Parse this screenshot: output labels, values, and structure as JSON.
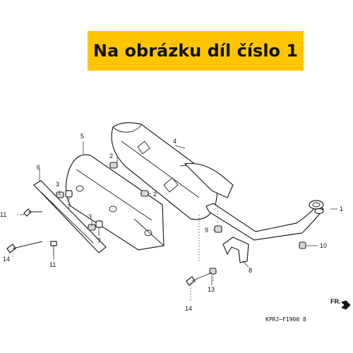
{
  "banner": {
    "text": "Na obrázku díl číslo 1",
    "background": "#ffc600",
    "color": "#111111"
  },
  "callouts": {
    "c1": "1",
    "c2a": "2",
    "c2b": "2",
    "c3a": "3",
    "c3b": "3",
    "c4": "4",
    "c5": "5",
    "c6": "6",
    "c7a": "7",
    "c7b": "7",
    "c8": "8",
    "c9": "9",
    "c10": "10",
    "c11a": "11",
    "c11b": "11",
    "c13": "13",
    "c14a": "14",
    "c14b": "14"
  },
  "direction_label": "FR.",
  "diagram_code": "KPRJ−F1900 8",
  "icons": {
    "direction": "forward-arrow-icon"
  }
}
